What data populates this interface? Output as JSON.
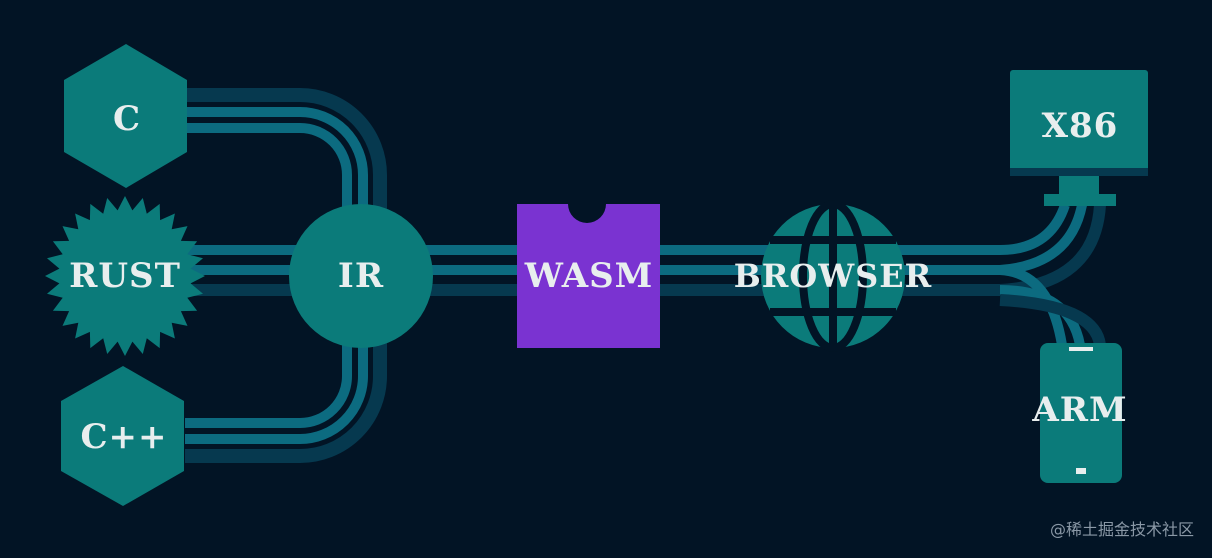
{
  "nodes": {
    "c": "C",
    "rust": "RUST",
    "cpp": "C++",
    "ir": "IR",
    "wasm": "WASM",
    "browser": "BROWSER",
    "x86": "X86",
    "arm": "ARM"
  },
  "watermark": "@稀土掘金技术社区",
  "colors": {
    "background": "#021425",
    "node": "#0b7b7a",
    "wasm": "#7a33d1",
    "pipe_light": "#0c6b80",
    "pipe_dark": "#06394f",
    "text": "#e8eeee"
  }
}
